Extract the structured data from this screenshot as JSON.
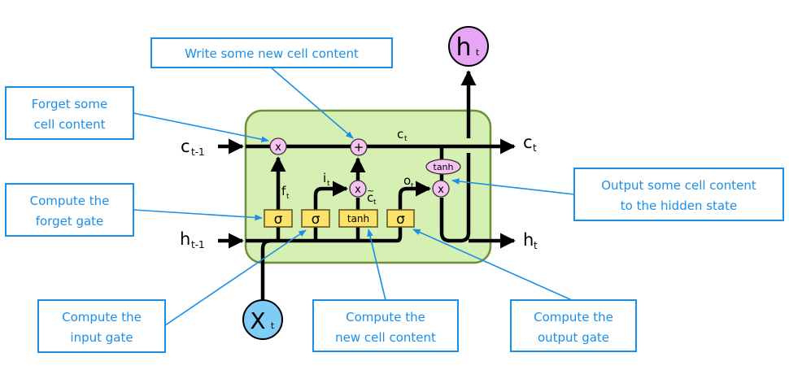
{
  "title": "LSTM cell diagram",
  "colors": {
    "cell_fill": "#d6f0b4",
    "cell_border": "#6e8f3a",
    "gate_fill": "#fde36a",
    "gate_border": "#5a5020",
    "op_fill": "#f6c3f2",
    "ht_fill": "#e8a4f5",
    "xt_fill": "#7fccf7",
    "callout": "#1a8fe8",
    "line": "#000000"
  },
  "inputs": {
    "c_prev": {
      "base": "c",
      "sub": "t-1"
    },
    "h_prev": {
      "base": "h",
      "sub": "t-1"
    },
    "x": {
      "base": "X",
      "sub": "t"
    }
  },
  "outputs": {
    "c": {
      "base": "c",
      "sub": "t"
    },
    "h": {
      "base": "h",
      "sub": "t"
    },
    "h_top": {
      "base": "h",
      "sub": "t"
    }
  },
  "internal_labels": {
    "c_mid": {
      "base": "c",
      "sub": "t"
    },
    "f": {
      "base": "f",
      "sub": "t"
    },
    "i": {
      "base": "i",
      "sub": "t"
    },
    "o": {
      "base": "o",
      "sub": "t"
    },
    "c_tilde": {
      "base": "c",
      "sub": "t",
      "accent": "~"
    }
  },
  "gates": [
    {
      "label": "σ",
      "role": "forget"
    },
    {
      "label": "σ",
      "role": "input"
    },
    {
      "label": "tanh",
      "role": "candidate"
    },
    {
      "label": "σ",
      "role": "output"
    }
  ],
  "ops": {
    "forget_mult": "x",
    "add": "+",
    "input_mult": "x",
    "output_mult": "x",
    "output_tanh": "tanh"
  },
  "callouts": [
    {
      "id": "forget",
      "lines": [
        "Forget some",
        "cell content"
      ]
    },
    {
      "id": "write",
      "lines": [
        "Write some new cell content"
      ]
    },
    {
      "id": "forget-gate",
      "lines": [
        "Compute the",
        "forget gate"
      ]
    },
    {
      "id": "output-content",
      "lines": [
        "Output some cell content",
        "to the hidden state"
      ]
    },
    {
      "id": "input-gate",
      "lines": [
        "Compute the",
        "input gate"
      ]
    },
    {
      "id": "new-content",
      "lines": [
        "Compute the",
        "new cell content"
      ]
    },
    {
      "id": "output-gate",
      "lines": [
        "Compute the",
        "output gate"
      ]
    }
  ]
}
